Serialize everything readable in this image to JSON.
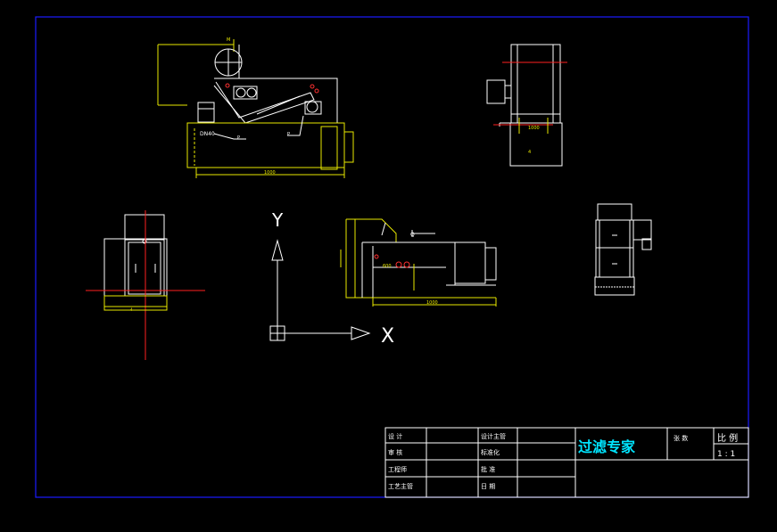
{
  "colors": {
    "background": "#000000",
    "frame": "#1c1cff",
    "outline": "#ffffff",
    "dimension": "#e8e800",
    "centerline": "#ff2020",
    "accent_red": "#ff3030",
    "title_text": "#00e5ff"
  },
  "drawing": {
    "labels": {
      "motor": "DN40",
      "callout_top": "M",
      "callout_1": "P",
      "callout_2": "P",
      "dim_top_width": "1000",
      "dim_side_view": "4",
      "dim_front_width": "600",
      "dim_front_view": "Q",
      "dim_front_width2": "1000",
      "side_top_width": "1000",
      "side_bottom_width": "4"
    },
    "ucs": {
      "y_label": "Y",
      "x_label": "X"
    }
  },
  "title_block": {
    "brand": "过滤专家",
    "row1": {
      "label": "设 计",
      "col3": "设计主管",
      "col5": "张 数"
    },
    "row2": {
      "label": "审 核",
      "col3": "标准化"
    },
    "row3": {
      "label": "工程师",
      "col3": "批 准"
    },
    "row4": {
      "label": "工艺主管",
      "col3": "日 期"
    },
    "scale_label": "比 例",
    "scale_value": "1 : 1"
  }
}
